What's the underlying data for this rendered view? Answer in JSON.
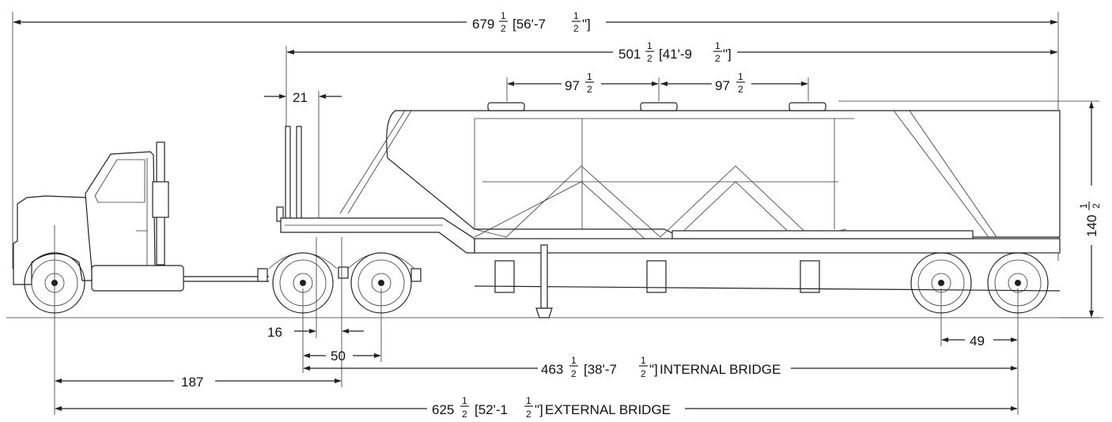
{
  "dimensions": {
    "overall": {
      "whole": "679",
      "fraction_num": "1",
      "fraction_den": "2",
      "bracket_prefix": "[56'-7",
      "bracket_suffix": "\"]"
    },
    "trailer_length": {
      "whole": "501",
      "fraction_num": "1",
      "fraction_den": "2",
      "bracket_prefix": "[41'-9",
      "bracket_suffix": "\"]"
    },
    "hatch_spacing_1": {
      "whole": "97",
      "fraction_num": "1",
      "fraction_den": "2"
    },
    "hatch_spacing_2": {
      "whole": "97",
      "fraction_num": "1",
      "fraction_den": "2"
    },
    "kingpin_offset": {
      "value": "21"
    },
    "height": {
      "whole": "140",
      "fraction_num": "1",
      "fraction_den": "2"
    },
    "fifth_wheel_offset": {
      "value": "16"
    },
    "tractor_axle_spread": {
      "value": "50"
    },
    "trailer_axle_spread": {
      "value": "49"
    },
    "tractor_wheelbase": {
      "value": "187"
    },
    "internal_bridge": {
      "whole": "463",
      "fraction_num": "1",
      "fraction_den": "2",
      "bracket_prefix": "[38'-7",
      "bracket_suffix": "\"]",
      "label": "INTERNAL BRIDGE"
    },
    "external_bridge": {
      "whole": "625",
      "fraction_num": "1",
      "fraction_den": "2",
      "bracket_prefix": "[52'-1",
      "bracket_suffix": "\"]",
      "label": "EXTERNAL BRIDGE"
    }
  },
  "colors": {
    "line": "#222222",
    "background": "#ffffff"
  }
}
